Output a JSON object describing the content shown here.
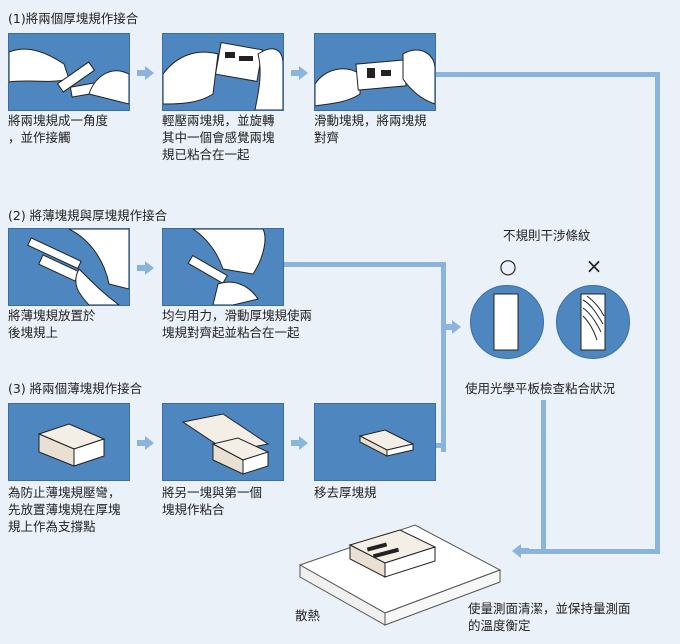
{
  "sections": [
    {
      "title": "(1)將兩個厚塊規作接合",
      "steps": [
        "將兩塊規成一角度\n，並作接觸",
        "輕壓兩塊規，並旋轉\n其中一個會感覺兩塊\n規已粘合在一起",
        "滑動塊規，將兩塊規\n對齊"
      ]
    },
    {
      "title": "(2) 將薄塊規與厚塊規作接合",
      "steps": [
        "將薄塊規放置於\n後塊規上",
        "均勻用力，滑動厚塊規使兩\n塊規對齊起並粘合在一起"
      ]
    },
    {
      "title": "(3) 將兩個薄塊規作接合",
      "steps": [
        "為防止薄塊規壓彎，\n先放置薄塊規在厚塊\n規上作為支撐點",
        "將另一塊與第一個\n塊規作粘合",
        "移去厚塊規"
      ]
    }
  ],
  "fringes": {
    "title": "不規則干涉條紋",
    "good_mark": "○",
    "bad_mark": "×",
    "caption": "使用光學平板檢查粘合狀況"
  },
  "final": {
    "heat_label": "散熱",
    "caption": "使量測面清潔，並保持量測面\n的溫度衡定"
  },
  "colors": {
    "photo_bg": "#4e86bf",
    "arrow": "#8ab4dc",
    "page_bg": "#eaf1f8"
  }
}
